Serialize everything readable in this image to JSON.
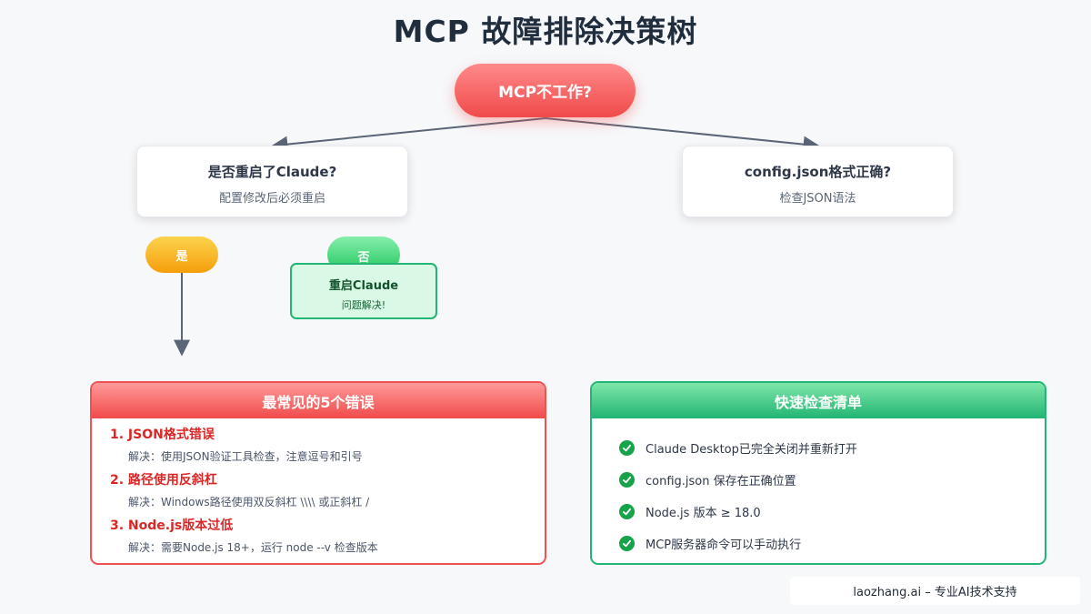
{
  "title": "MCP 故障排除决策树",
  "root": {
    "label": "MCP不工作?"
  },
  "left_question": {
    "title": "是否重启了Claude?",
    "subtitle": "配置修改后必须重启"
  },
  "right_question": {
    "title": "config.json格式正确?",
    "subtitle": "检查JSON语法"
  },
  "yes_label": "是",
  "no_label": "否",
  "restart_box": {
    "title": "重启Claude",
    "desc": "问题解决!"
  },
  "errors_panel": {
    "title": "最常见的5个错误",
    "items": [
      {
        "title": "1. JSON格式错误",
        "solution": "解决：使用JSON验证工具检查，注意逗号和引号"
      },
      {
        "title": "2. 路径使用反斜杠",
        "solution": "解决：Windows路径使用双反斜杠 \\\\\\\\ 或正斜杠 /"
      },
      {
        "title": "3. Node.js版本过低",
        "solution": "解决：需要Node.js 18+，运行 node --v 检查版本"
      }
    ]
  },
  "checklist_panel": {
    "title": "快速检查清单",
    "items": [
      "Claude Desktop已完全关闭并重新打开",
      "config.json 保存在正确位置",
      "Node.js 版本 ≥ 18.0",
      "MCP服务器命令可以手动执行"
    ]
  },
  "footer": "laozhang.ai – 专业AI技术支持",
  "colors": {
    "red": "#f04a4a",
    "green": "#22b573",
    "yellow": "#f59e0b",
    "arrow": "#5a6677"
  }
}
